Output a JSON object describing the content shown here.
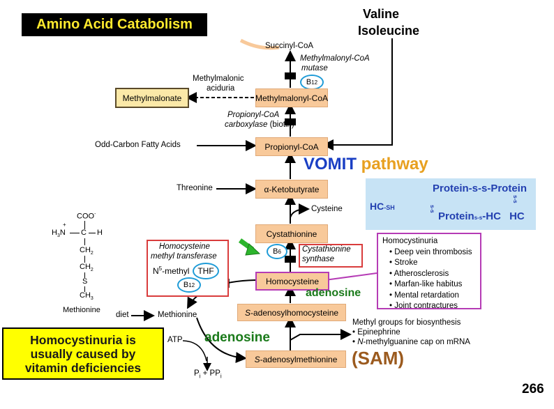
{
  "title": "Amino Acid Catabolism",
  "top_right": {
    "line1": "Valine",
    "line2": "Isoleucine"
  },
  "page_number": "266",
  "boxes": {
    "methylmalonate": "Methylmalonate",
    "methylmalonyl_coa": "Methylmalonyl-CoA",
    "propionyl_coa": "Propionyl-CoA",
    "ketobutyrate": "α-Ketobutyrate",
    "cystathionine": "Cystathionine",
    "homocysteine": "Homocysteine",
    "s_adenosylhomocysteine": "-adenosylhomocysteine",
    "s_adenosylmethionine": "-adenosylmethionine",
    "s_prefix": "S"
  },
  "labels": {
    "succinyl_coa": "Succinyl-CoA",
    "mutase_line1": "Methylmalonyl-CoA",
    "mutase_line2": "mutase",
    "aciduria_line1": "Methylmalonic",
    "aciduria_line2": "aciduria",
    "carboxylase_line1": "Propionyl-CoA",
    "carboxylase_line2a": "carboxylase",
    "carboxylase_line2b": " (biotin)",
    "odd_carbon": "Odd-Carbon Fatty Acids",
    "threonine": "Threonine",
    "cysteine": "Cysteine",
    "vomit_1": "VOMIT",
    "vomit_2": "pathway",
    "cyst_synthase_1": "Cystathionine",
    "cyst_synthase_2": "synthase",
    "b6": "B",
    "b6_sub": "6",
    "b12": "B",
    "b12_sub": "12",
    "transferase_1": "Homocysteine",
    "transferase_2": "methyl transferase",
    "n5_methyl": "N",
    "n5_sup": "5",
    "n5_rest": "-methyl",
    "thf": "THF",
    "adenosine": "adenosine",
    "diet": "diet",
    "methionine": "Methionine",
    "atp": "ATP",
    "pi_ppi": "P + PP",
    "pi_sub": "i",
    "methyl_groups": "Methyl groups for biosynthesis",
    "epinephrine": "Epinephrine",
    "n_methyl_italic": "N",
    "n_methyl_rest": "-methylguanine cap on mRNA",
    "sam": "(SAM)",
    "methionine_caption": "Methionine"
  },
  "structure": {
    "coo": "COO",
    "coo_sup": "-",
    "h3n": "H",
    "h3n_sub": "3",
    "n": "N",
    "plus": "+",
    "c": "C",
    "h": "H",
    "ch2a": "CH",
    "ch2b": "CH",
    "two": "2",
    "s": "S",
    "ch3": "CH",
    "three": "3"
  },
  "homocystinuria": {
    "heading": "Homocystinuria",
    "items": [
      "Deep vein thrombosis",
      "Stroke",
      "Atherosclerosis",
      "Marfan-like habitus",
      "Mental retardation",
      "Joint contractures"
    ]
  },
  "protein_box": {
    "protein_top": "Protein-s-s-Protein",
    "hc_sh": "HC",
    "sh": "-SH",
    "protein_bottom": "Protein",
    "ss_mid": "s-s",
    "hc_mid": "-HC",
    "hc_right": "HC",
    "ss_vertical": "s-s"
  },
  "callout": {
    "line1": "Homocystinuria is",
    "line2": "usually caused by",
    "line3": "vitamin deficiencies"
  },
  "colors": {
    "box_fill": "#f8c99a",
    "title_text": "#ffea2e",
    "vomit_blue": "#1a3fc4",
    "pathway_orange": "#e8a020",
    "adenosine_green": "#1a7a1a",
    "sam_brown": "#9b5a1e",
    "b12_ring": "#1e9bd7",
    "protein_blue": "#2340b0"
  }
}
